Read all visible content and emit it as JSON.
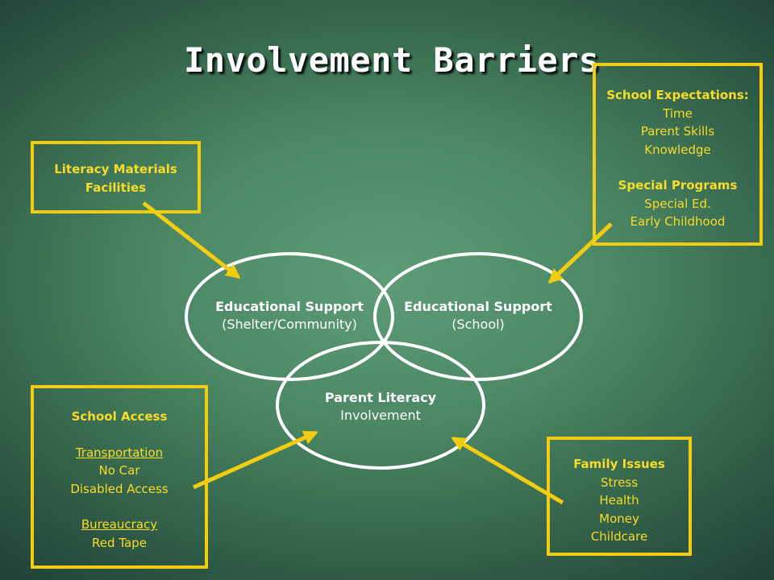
{
  "title": "Involvement Barriers",
  "colors": {
    "accent": "#f2cc10",
    "box_text": "#f7dc2a",
    "circle_stroke": "#ffffff",
    "background": "#4b8764"
  },
  "circles": {
    "shelter": {
      "heading": "Educational Support",
      "sub": "(Shelter/Community)"
    },
    "school": {
      "heading": "Educational Support",
      "sub": "(School)"
    },
    "parent": {
      "heading": "Parent Literacy",
      "sub": "Involvement"
    }
  },
  "boxes": {
    "literacy_materials": {
      "line1": "Literacy Materials",
      "line2": "Facilities"
    },
    "school_expectations": {
      "heading": "School Expectations:",
      "items": [
        "Time",
        "Parent Skills",
        "Knowledge"
      ],
      "heading2": "Special Programs",
      "items2": [
        "Special Ed.",
        "Early Childhood"
      ]
    },
    "school_access": {
      "heading": "School Access",
      "sub1": "Transportation",
      "items1": [
        "No Car",
        "Disabled Access"
      ],
      "sub2": "Bureaucracy",
      "items2": [
        "Red Tape"
      ]
    },
    "family_issues": {
      "heading": "Family Issues",
      "items": [
        "Stress",
        "Health",
        "Money",
        "Childcare"
      ]
    }
  }
}
